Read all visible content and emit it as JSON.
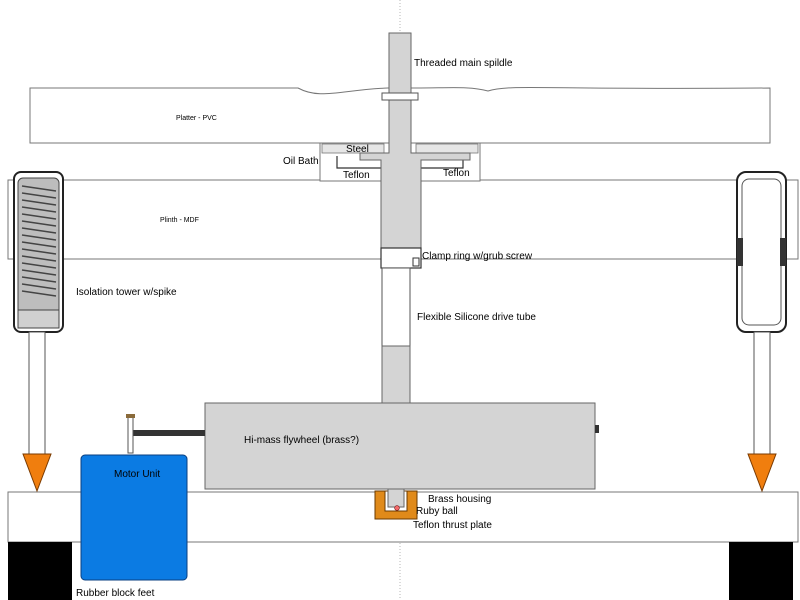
{
  "labels": {
    "spindle": "Threaded main spildle",
    "platter": "Platter - PVC",
    "oil_bath": "Oil Bath",
    "steel": "Steel",
    "teflon_left": "Teflon",
    "teflon_right": "Teflon",
    "plinth": "Plinth - MDF",
    "clamp_ring": "Clamp ring w/grub screw",
    "isolation_tower": "Isolation tower w/spike",
    "drive_tube": "Flexible Silicone drive tube",
    "flywheel": "Hi-mass flywheel (brass?)",
    "motor": "Motor Unit",
    "brass_housing": "Brass housing",
    "ruby_ball": "Ruby ball",
    "thrust_plate": "Teflon thrust plate",
    "feet": "Rubber block feet"
  },
  "colors": {
    "part_fill": "#d4d4d4",
    "motor_fill": "#0b7be3",
    "spike_fill": "#f07e0e",
    "brass_fill": "#e08a1a",
    "ruby_fill": "#f26a6a",
    "feet_fill": "#000000",
    "outline": "#5a5a5a"
  }
}
